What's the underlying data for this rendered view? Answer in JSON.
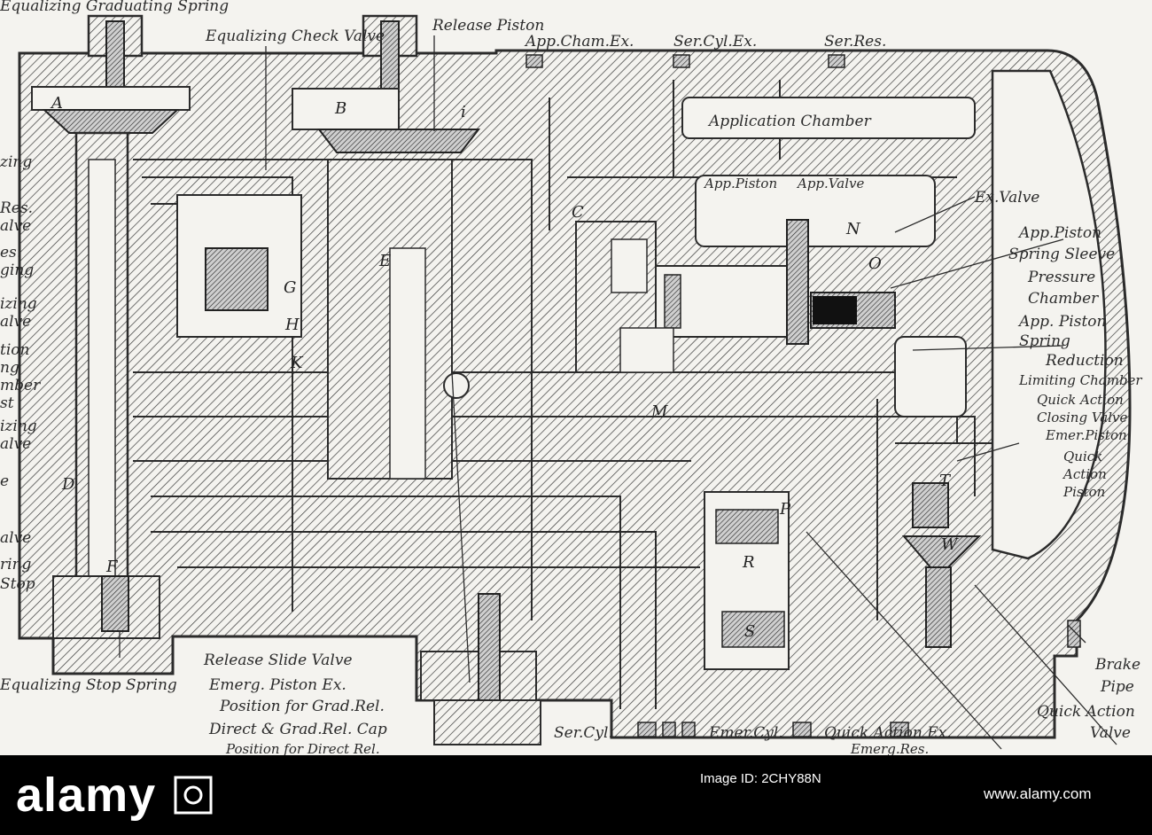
{
  "diagram": {
    "labels": {
      "equalizing_spring": "Equalizing Graduating Spring",
      "equalizing_check_valve": "Equalizing Check Valve",
      "release_piston": "Release Piston",
      "app_cham_ex": "App.Cham.Ex.",
      "ser_cyl_ex": "Ser.Cyl.Ex.",
      "ser_res": "Ser.Res.",
      "application_chamber": "Application Chamber",
      "app_piston_top": "App.Piston",
      "app_valve": "App.Valve",
      "ex_valve": "Ex.Valve",
      "app_piston_spring_sleeve_1": "App.Piston",
      "app_piston_spring_sleeve_2": "Spring Sleeve",
      "pressure_chamber_1": "Pressure",
      "pressure_chamber_2": "Chamber",
      "app_piston_spring_1": "App. Piston",
      "app_piston_spring_2": "Spring",
      "reduction_1": "Reduction",
      "reduction_2": "Limiting Chamber",
      "qa_closing_1": "Quick Action",
      "qa_closing_2": "Closing Valve",
      "emer_piston": "Emer.Piston",
      "qa_piston_1": "Quick",
      "qa_piston_2": "Action",
      "qa_piston_3": "Piston",
      "brake_pipe_1": "Brake",
      "brake_pipe_2": "Pipe",
      "qa_valve_1": "Quick Action",
      "qa_valve_2": "Valve",
      "qa_ex": "Quick Action Ex.",
      "emerg_res": "Emerg.Res.",
      "emer_cyl": "Emer.Cyl.",
      "ser_cyl": "Ser.Cyl.",
      "release_slide_valve": "Release Slide Valve",
      "emerg_piston_ex": "Emerg. Piston Ex.",
      "pos_grad_rel": "Position for Grad.Rel.",
      "direct_grad_cap": "Direct & Grad.Rel. Cap",
      "pos_direct_rel": "Position for Direct Rel.",
      "eq_stop_spring": "Equalizing Stop Spring",
      "left_1": "zing",
      "left_2": "Res.",
      "left_3": "alve",
      "left_4": "es.",
      "left_5": "ging",
      "left_6": "izing",
      "left_7": "alve",
      "left_8": "tion",
      "left_9": "ng",
      "left_10": "mber",
      "left_11": "st",
      "left_12": "izing",
      "left_13": "alve",
      "left_14": "e",
      "left_15": "alve",
      "left_16": "ring",
      "left_17": "Stop"
    },
    "letters": [
      "A",
      "B",
      "C",
      "D",
      "E",
      "F",
      "G",
      "H",
      "K",
      "M",
      "N",
      "O",
      "P",
      "R",
      "S",
      "T",
      "W",
      "i"
    ]
  },
  "banner": {
    "brand": "alamy",
    "image_id_label": "Image ID: 2CHY88N",
    "image_id_value": "",
    "site": "www.alamy.com"
  },
  "colors": {
    "ink": "#2b2b2b",
    "paper": "#f4f3ef",
    "banner": "#000000"
  }
}
